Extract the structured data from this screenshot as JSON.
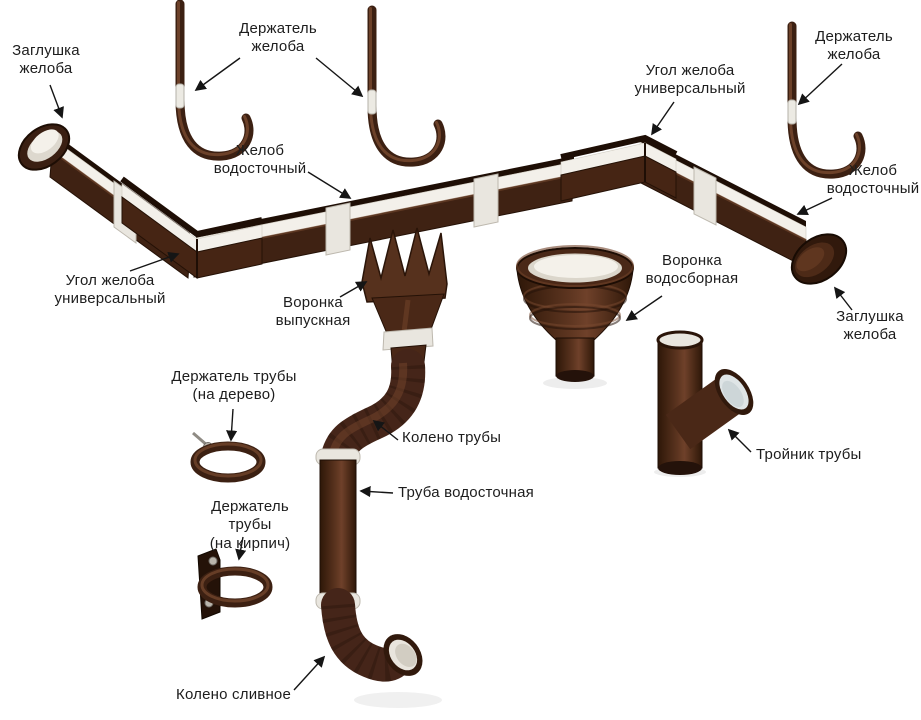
{
  "labels": {
    "cap_left": "Заглушка\nжелоба",
    "holder_top": "Держатель\nжелоба",
    "corner_top": "Угол желоба\nуниверсальный",
    "holder_right": "Держатель\nжелоба",
    "gutter_mid": "Желоб\nводосточный",
    "gutter_right": "Желоб\nводосточный",
    "corner_left": "Угол желоба\nуниверсальный",
    "funnel_outlet": "Воронка\nвыпускная",
    "funnel_collect": "Воронка\nводосборная",
    "cap_right": "Заглушка\nжелоба",
    "pipe_holder_wood": "Держатель трубы\n(на дерево)",
    "pipe_elbow": "Колено трубы",
    "pipe_holder_brick": "Держатель трубы\n(на кирпич)",
    "pipe": "Труба водосточная",
    "tee": "Тройник трубы",
    "drain_elbow": "Колено сливное"
  },
  "colors": {
    "brown_dark": "#1e0e05",
    "brown": "#3f2213",
    "brown_mid": "#4a2817",
    "brown_light": "#71452c",
    "cream": "#f3f0ea",
    "joint": "#e9e6df",
    "text": "#1d1d1d"
  }
}
